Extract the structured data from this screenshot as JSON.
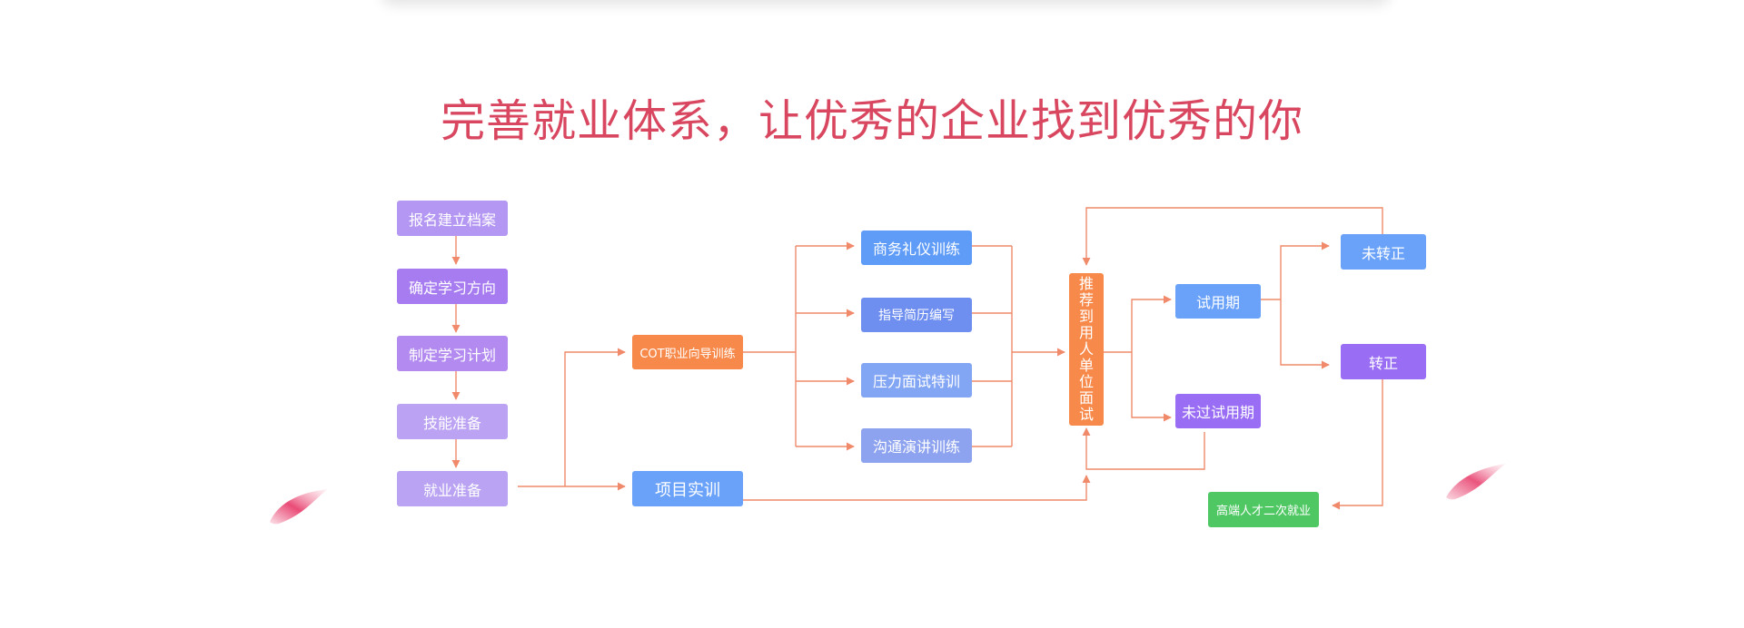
{
  "headline": "完善就业体系，让优秀的企业找到优秀的你",
  "steps": {
    "register": "报名建立档案",
    "direction": "确定学习方向",
    "plan": "制定学习计划",
    "skills": "技能准备",
    "employ_prep": "就业准备",
    "cot": "COT职业向导训练",
    "project": "项目实训",
    "etiquette": "商务礼仪训练",
    "resume": "指导简历编写",
    "pressure": "压力面试特训",
    "speech": "沟通演讲训练",
    "recommend": "推荐到用人单位面试",
    "trial": "试用期",
    "not_trial": "未过试用期",
    "not_regular": "未转正",
    "regular": "转正",
    "senior": "高端人才二次就业"
  },
  "colors": {
    "headline": "#d8475f",
    "purple_light": "#b497f2",
    "purple": "#a77cf0",
    "orange": "#f7894a",
    "blue": "#6aa2fa",
    "blue_light": "#8ea3ef",
    "violet": "#9a6ef4",
    "green": "#4fc864",
    "connector": "#f08a6a",
    "petal": "#e8426f"
  }
}
